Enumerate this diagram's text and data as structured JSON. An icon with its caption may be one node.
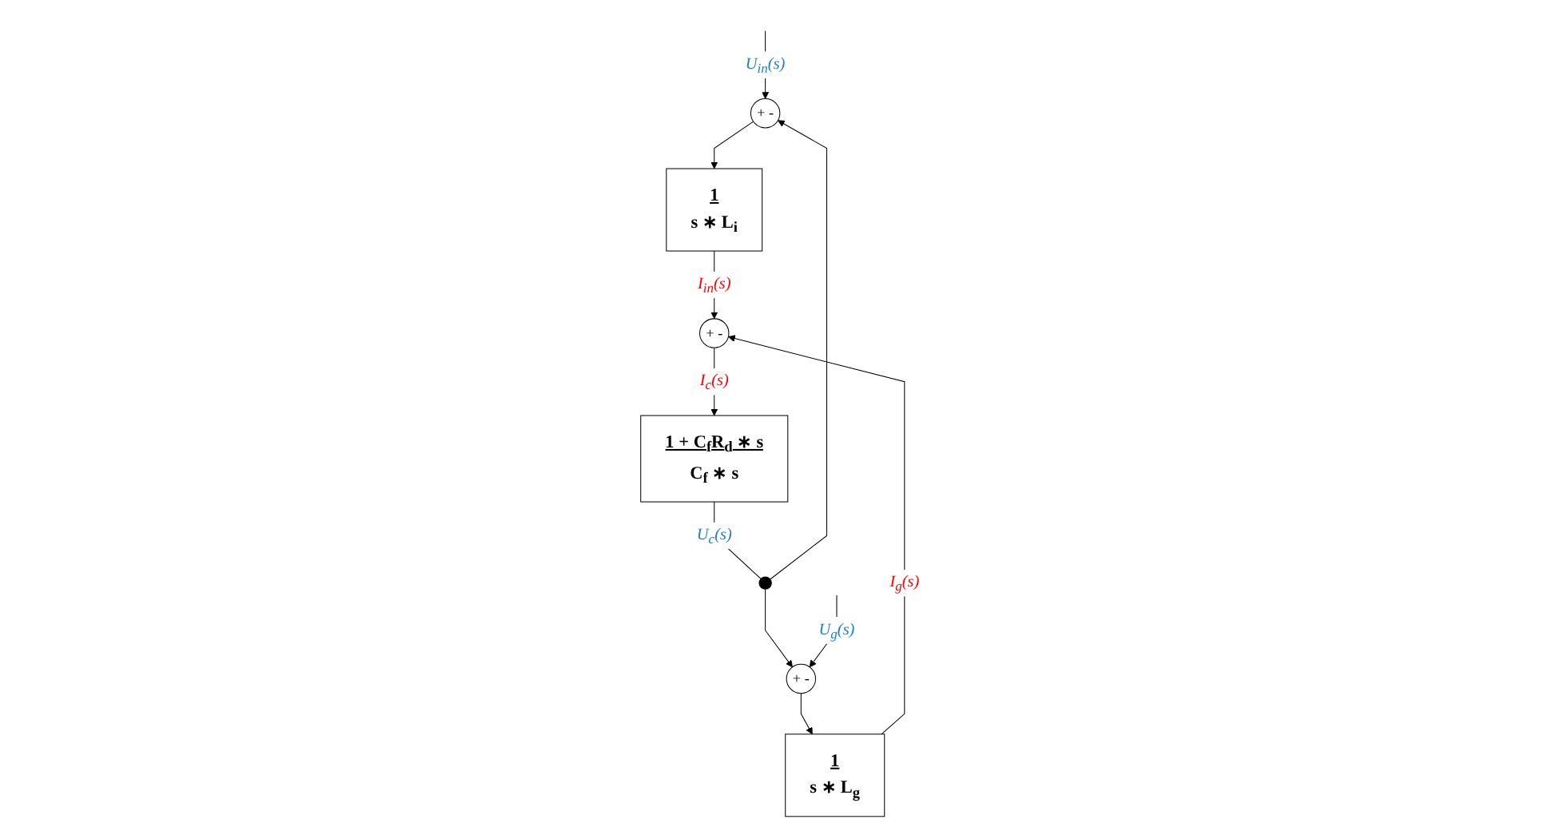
{
  "diagram": {
    "nodes": [
      {
        "text": [
          "+",
          "-"
        ]
      },
      {
        "text": [],
        "shape": "circle"
      },
      {
        "text": [
          "+",
          "-"
        ]
      },
      {
        "text": [
          "1",
          "s ∗ L$_{i}$"
        ]
      },
      {
        "text": [
          "1 + C$_{f}$R$_{d}$ ∗ s",
          "C$_{f}$ ∗ s"
        ]
      },
      {
        "text": [
          "1",
          "s ∗ L$_{g}$"
        ]
      },
      {
        "text": [
          "+",
          "-"
        ]
      }
    ],
    "edges": [
      {
        "from": null,
        "to": 0,
        "arrow": "to",
        "label": "U$_{in}$(s)"
      },
      {
        "from": 1,
        "to": 0,
        "arrow": "to"
      },
      {
        "from": 1,
        "to": 2,
        "arrow": "to"
      },
      {
        "from": null,
        "to": 2,
        "arrow": "to",
        "label": "U$_{g}$(s)"
      },
      {
        "from": 4,
        "to": 1,
        "arrow": "none",
        "label": "U$_{c}$(s)"
      },
      {
        "from": 0,
        "to": 3,
        "arrow": "to"
      },
      {
        "from": 2,
        "to": 5,
        "arrow": "to"
      },
      {
        "from": 3,
        "to": 6,
        "arrow": "to",
        "label": "I$_{in}$(s)"
      },
      {
        "from": 5,
        "to": 6,
        "arrow": "to",
        "label": "I$_{g}$(s)"
      },
      {
        "from": 6,
        "to": 4,
        "arrow": "to",
        "label": "I$_{c}$(s)"
      }
    ]
  }
}
